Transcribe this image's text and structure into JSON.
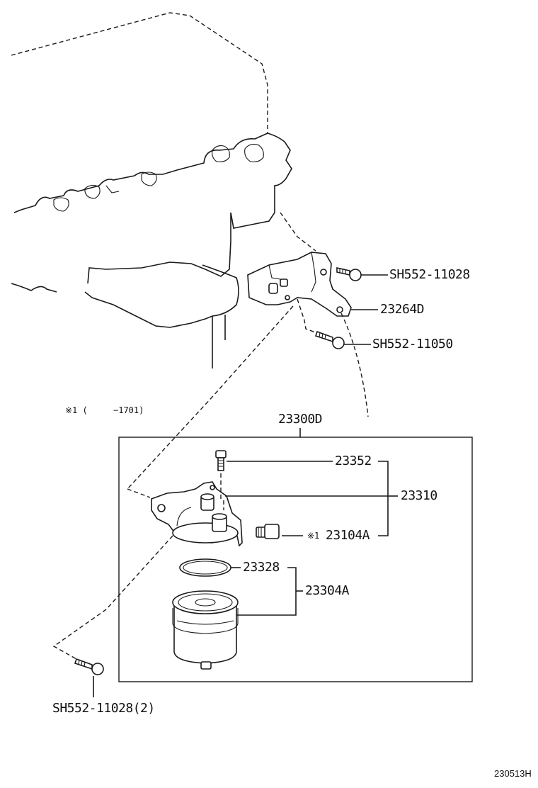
{
  "parts": {
    "bolt_top": "SH552-11028",
    "bracket": "23264D",
    "bolt_mid": "SH552-11050",
    "assembly": "23300D",
    "plug": "23352",
    "body": "23310",
    "bleed_plug": "23104A",
    "gasket": "23328",
    "element": "23304A",
    "bolt_bottom": "SH552-11028(2)"
  },
  "notes": {
    "note_marker": "※1 (",
    "note_range": "−1701)",
    "bleed_marker": "※1"
  },
  "diagram_code": "230513H"
}
